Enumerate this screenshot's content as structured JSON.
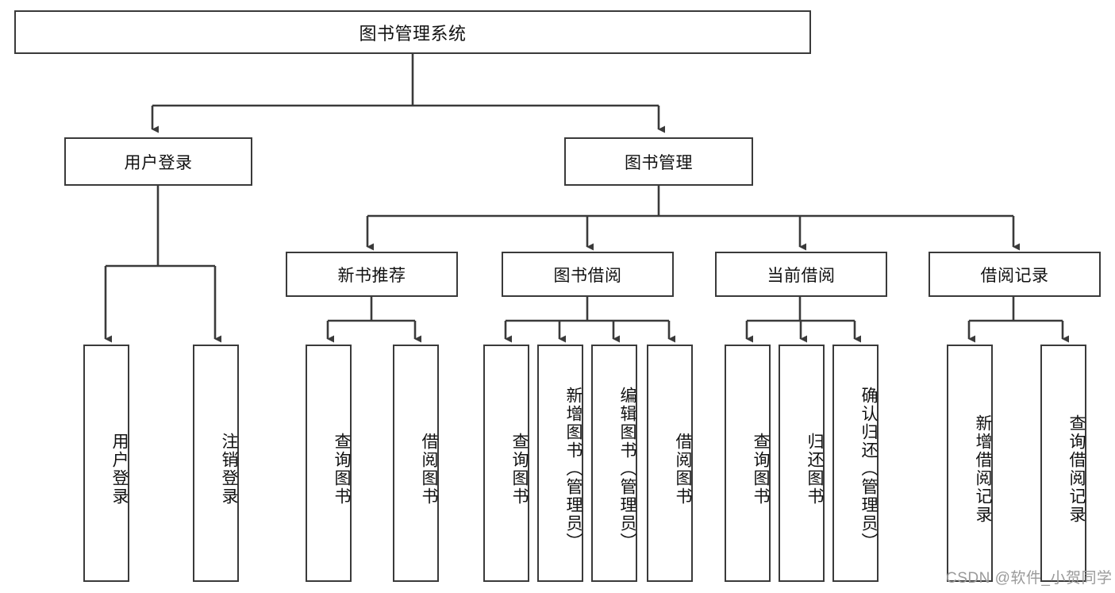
{
  "diagram": {
    "title": "图书管理系统",
    "type": "tree-hierarchy-chart",
    "root": {
      "label": "图书管理系统"
    },
    "level2": [
      {
        "label": "用户登录"
      },
      {
        "label": "图书管理"
      }
    ],
    "level3": [
      {
        "label": "新书推荐"
      },
      {
        "label": "图书借阅"
      },
      {
        "label": "当前借阅"
      },
      {
        "label": "借阅记录"
      }
    ],
    "leaves": [
      {
        "label": "用户登录",
        "parent": "用户登录"
      },
      {
        "label": "注销登录",
        "parent": "用户登录"
      },
      {
        "label": "查询图书",
        "parent": "新书推荐"
      },
      {
        "label": "借阅图书",
        "parent": "新书推荐"
      },
      {
        "label": "查询图书",
        "parent": "图书借阅"
      },
      {
        "label": "新增图书（管理员）",
        "parent": "图书借阅"
      },
      {
        "label": "编辑图书（管理员）",
        "parent": "图书借阅"
      },
      {
        "label": "借阅图书",
        "parent": "图书借阅"
      },
      {
        "label": "查询图书",
        "parent": "当前借阅"
      },
      {
        "label": "归还图书",
        "parent": "当前借阅"
      },
      {
        "label": "确认归还（管理员）",
        "parent": "当前借阅"
      },
      {
        "label": "新增借阅记录",
        "parent": "借阅记录"
      },
      {
        "label": "查询借阅记录",
        "parent": "借阅记录"
      }
    ]
  },
  "watermark": {
    "text": "CSDN @软件_小贺同学"
  },
  "colors": {
    "border": "#3a3a3a",
    "text": "#111111",
    "background": "#ffffff",
    "watermark": "#9a9a9a"
  }
}
